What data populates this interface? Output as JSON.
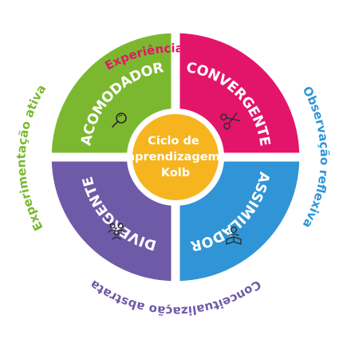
{
  "center": {
    "lines": [
      "Ciclo de",
      "aprendizagem",
      "Kolb"
    ],
    "color": "#f6b51f"
  },
  "quadrants": [
    {
      "id": "acomodador",
      "label": "ACOMODADOR",
      "color": "#7cb82f",
      "icon": "magnifier-icon"
    },
    {
      "id": "convergente",
      "label": "CONVERGENTE",
      "color": "#e3156a",
      "icon": "scissors-icon"
    },
    {
      "id": "assimilador",
      "label": "ASSIMILADOR",
      "color": "#2f95d6",
      "icon": "reading-person-icon"
    },
    {
      "id": "divergente",
      "label": "DIVERGENTE",
      "color": "#6f5aa8",
      "icon": "people-group-icon"
    }
  ],
  "stages": [
    {
      "label": "Experiência concreta",
      "color": "#e3156a"
    },
    {
      "label": "Observação reflexiva",
      "color": "#2f95d6"
    },
    {
      "label": "Conceitualização abstrata",
      "color": "#6f5aa8"
    },
    {
      "label": "Experimentação ativa",
      "color": "#7cb82f"
    }
  ]
}
